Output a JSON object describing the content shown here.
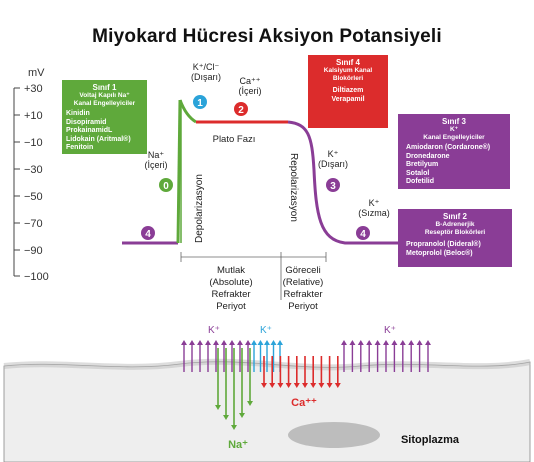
{
  "title": "Miyokard Hücresi Aksiyon Potansiyeli",
  "axis": {
    "unit": "mV",
    "ticks": [
      "+30",
      "+10",
      "−10",
      "−30",
      "−50",
      "−70",
      "−90",
      "−100"
    ]
  },
  "phases": {
    "p0": "0",
    "p1": "1",
    "p2": "2",
    "p3": "3",
    "p4a": "4",
    "p4b": "4"
  },
  "curve_labels": {
    "k_cl": "K⁺/Cl⁻",
    "k_cl_dir": "(Dışarı)",
    "ca": "Ca⁺⁺",
    "ca_dir": "(İçeri)",
    "plato": "Plato Fazı",
    "na": "Na⁺",
    "na_dir": "(İçeri)",
    "k_out": "K⁺",
    "k_out_dir": "(Dışarı)",
    "k_leak": "K⁺",
    "k_leak_dir": "(Sızma)",
    "depol": "Depolarizasyon",
    "repol": "Repolarizasyon"
  },
  "refractory": {
    "absolute": [
      "Mutlak",
      "(Absolute)",
      "Refrakter",
      "Periyot"
    ],
    "relative": [
      "Göreceli",
      "(Relative)",
      "Refrakter",
      "Periyot"
    ]
  },
  "classes": {
    "c1": {
      "title": "Sınıf 1",
      "subtitle": [
        "Voltaj Kapılı Na⁺",
        "Kanal Engelleyiciler"
      ],
      "drugs": [
        "Kinidin",
        "Disopiramid",
        "ProkainamidL",
        "Lidokain (Aritmal®)",
        "Fenitoin"
      ],
      "color": "#5fa93b"
    },
    "c4": {
      "title": "Sınıf 4",
      "subtitle": [
        "Kalsiyum Kanal",
        "Blokörleri"
      ],
      "drugs": [
        "Diltiazem",
        "Verapamil"
      ],
      "color": "#dc2c2c"
    },
    "c3": {
      "title": "Sınıf 3",
      "subtitle": [
        "K⁺",
        "Kanal Engelleyiciler"
      ],
      "drugs": [
        "Amiodaron (Cordarone®)",
        "Dronedarone",
        "Bretilyum",
        "Sotalol",
        "Dofetilid"
      ],
      "color": "#8a3d96"
    },
    "c2": {
      "title": "Sınıf 2",
      "subtitle": [
        "B-Adrenerjik",
        "Reseptör Blokörleri"
      ],
      "drugs": [
        "Propranolol (Dideral®)",
        "Metoprolol (Beloc®)"
      ],
      "color": "#8a3d96"
    }
  },
  "cell": {
    "k_left": "K⁺",
    "k_mid": "K⁺",
    "k_right": "K⁺",
    "ca": "Ca⁺⁺",
    "na": "Na⁺",
    "cytoplasm": "Sitoplazma"
  },
  "colors": {
    "green": "#5fa93b",
    "red": "#dc2c2c",
    "purple": "#8a3d96",
    "cyan": "#2ba3d9",
    "membrane": "#eeeeee"
  }
}
